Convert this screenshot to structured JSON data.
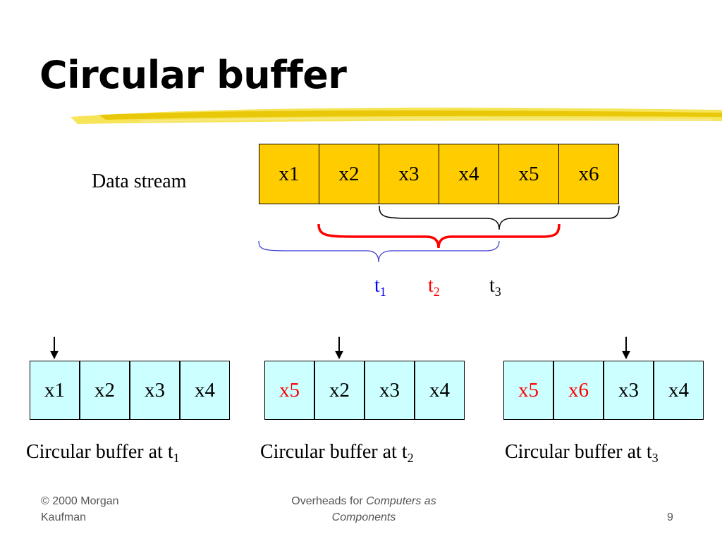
{
  "slide": {
    "title": "Circular buffer",
    "data_stream_label": "Data stream",
    "stream_cells": [
      "x1",
      "x2",
      "x3",
      "x4",
      "x5",
      "x6"
    ],
    "time_labels": [
      {
        "base": "t",
        "sub": "1",
        "color": "#0000ff"
      },
      {
        "base": "t",
        "sub": "2",
        "color": "#ff0000"
      },
      {
        "base": "t",
        "sub": "3",
        "color": "#000000"
      }
    ],
    "buffers": [
      {
        "cells": [
          "x1",
          "x2",
          "x3",
          "x4"
        ],
        "caption": "Circular buffer at t",
        "caption_sub": "1"
      },
      {
        "cells": [
          "x5",
          "x2",
          "x3",
          "x4"
        ],
        "caption": "Circular buffer at t",
        "caption_sub": "2"
      },
      {
        "cells": [
          "x5",
          "x6",
          "x3",
          "x4"
        ],
        "caption": "Circular buffer at t",
        "caption_sub": "3"
      }
    ],
    "footer": {
      "left_line1": "© 2000 Morgan",
      "left_line2": "Kaufman",
      "mid_line1_plain": "Overheads for ",
      "mid_line1_italic": "Computers as",
      "mid_line2_italic": "Components",
      "page_number": "9"
    },
    "colors": {
      "stream_fill": "#ffcc00",
      "buffer_fill": "#ccffff",
      "highlight_red": "#ff0000",
      "highlight_blue": "#0000ff",
      "underline_yellow": "#f2d21c"
    }
  }
}
